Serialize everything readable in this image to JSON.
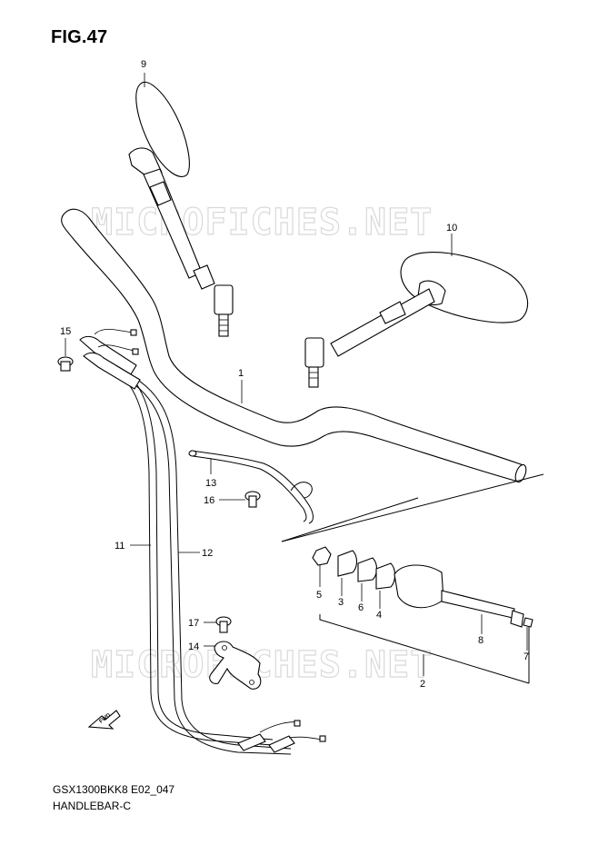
{
  "figure": {
    "title": "FIG.47",
    "code": "GSX1300BKK8 E02_047",
    "name": "HANDLEBAR-C",
    "watermark": "MICROFICHES.NET"
  },
  "callouts": [
    {
      "id": "c1",
      "label": "1"
    },
    {
      "id": "c2",
      "label": "2"
    },
    {
      "id": "c3",
      "label": "3"
    },
    {
      "id": "c4",
      "label": "4"
    },
    {
      "id": "c5",
      "label": "5"
    },
    {
      "id": "c6",
      "label": "6"
    },
    {
      "id": "c7",
      "label": "7"
    },
    {
      "id": "c8",
      "label": "8"
    },
    {
      "id": "c9",
      "label": "9"
    },
    {
      "id": "c10",
      "label": "10"
    },
    {
      "id": "c11",
      "label": "11"
    },
    {
      "id": "c12",
      "label": "12"
    },
    {
      "id": "c13",
      "label": "13"
    },
    {
      "id": "c14",
      "label": "14"
    },
    {
      "id": "c15",
      "label": "15"
    },
    {
      "id": "c16",
      "label": "16"
    },
    {
      "id": "c17",
      "label": "17"
    }
  ],
  "direction_arrow": {
    "label": "FWD",
    "icon": "forward-arrow-icon"
  }
}
